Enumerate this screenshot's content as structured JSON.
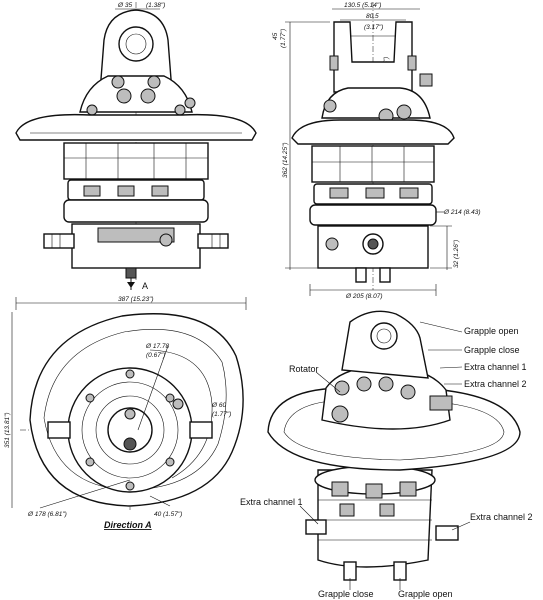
{
  "dimensions": {
    "d35": "Ø 35",
    "d35_in": "(1.38\")",
    "w130": "130.5 (5.14\")",
    "w80": "80.5",
    "w80_in": "(3.17\")",
    "h45": "45",
    "h45_in": "(1.77\")",
    "h42": "42",
    "h42_in": "(1.65\")",
    "h362": "362 (14.25\")",
    "d214": "Ø 214 (8.43)",
    "h32": "32 (1.26\")",
    "d205": "Ø 205 (8.07)",
    "w387": "387 (15.23\")",
    "h351": "351 (13.81\")",
    "d17": "Ø 17.78",
    "d17_in": "(0.67\")",
    "d60": "Ø 60",
    "d60_in": "(1.77\")",
    "d178": "Ø 178 (6.81\")",
    "d40": "40 (1.57\")",
    "arrowA": "A"
  },
  "labels": {
    "direction": "Direction A",
    "grapple_open": "Grapple open",
    "grapple_close": "Grapple close",
    "extra1": "Extra channel 1",
    "extra2": "Extra channel 2",
    "rotator": "Rotator",
    "extra1_bottom": "Extra channel 1",
    "extra2_bottom": "Extra channel 2",
    "grapple_close_bottom": "Grapple close",
    "grapple_open_bottom": "Grapple open"
  }
}
